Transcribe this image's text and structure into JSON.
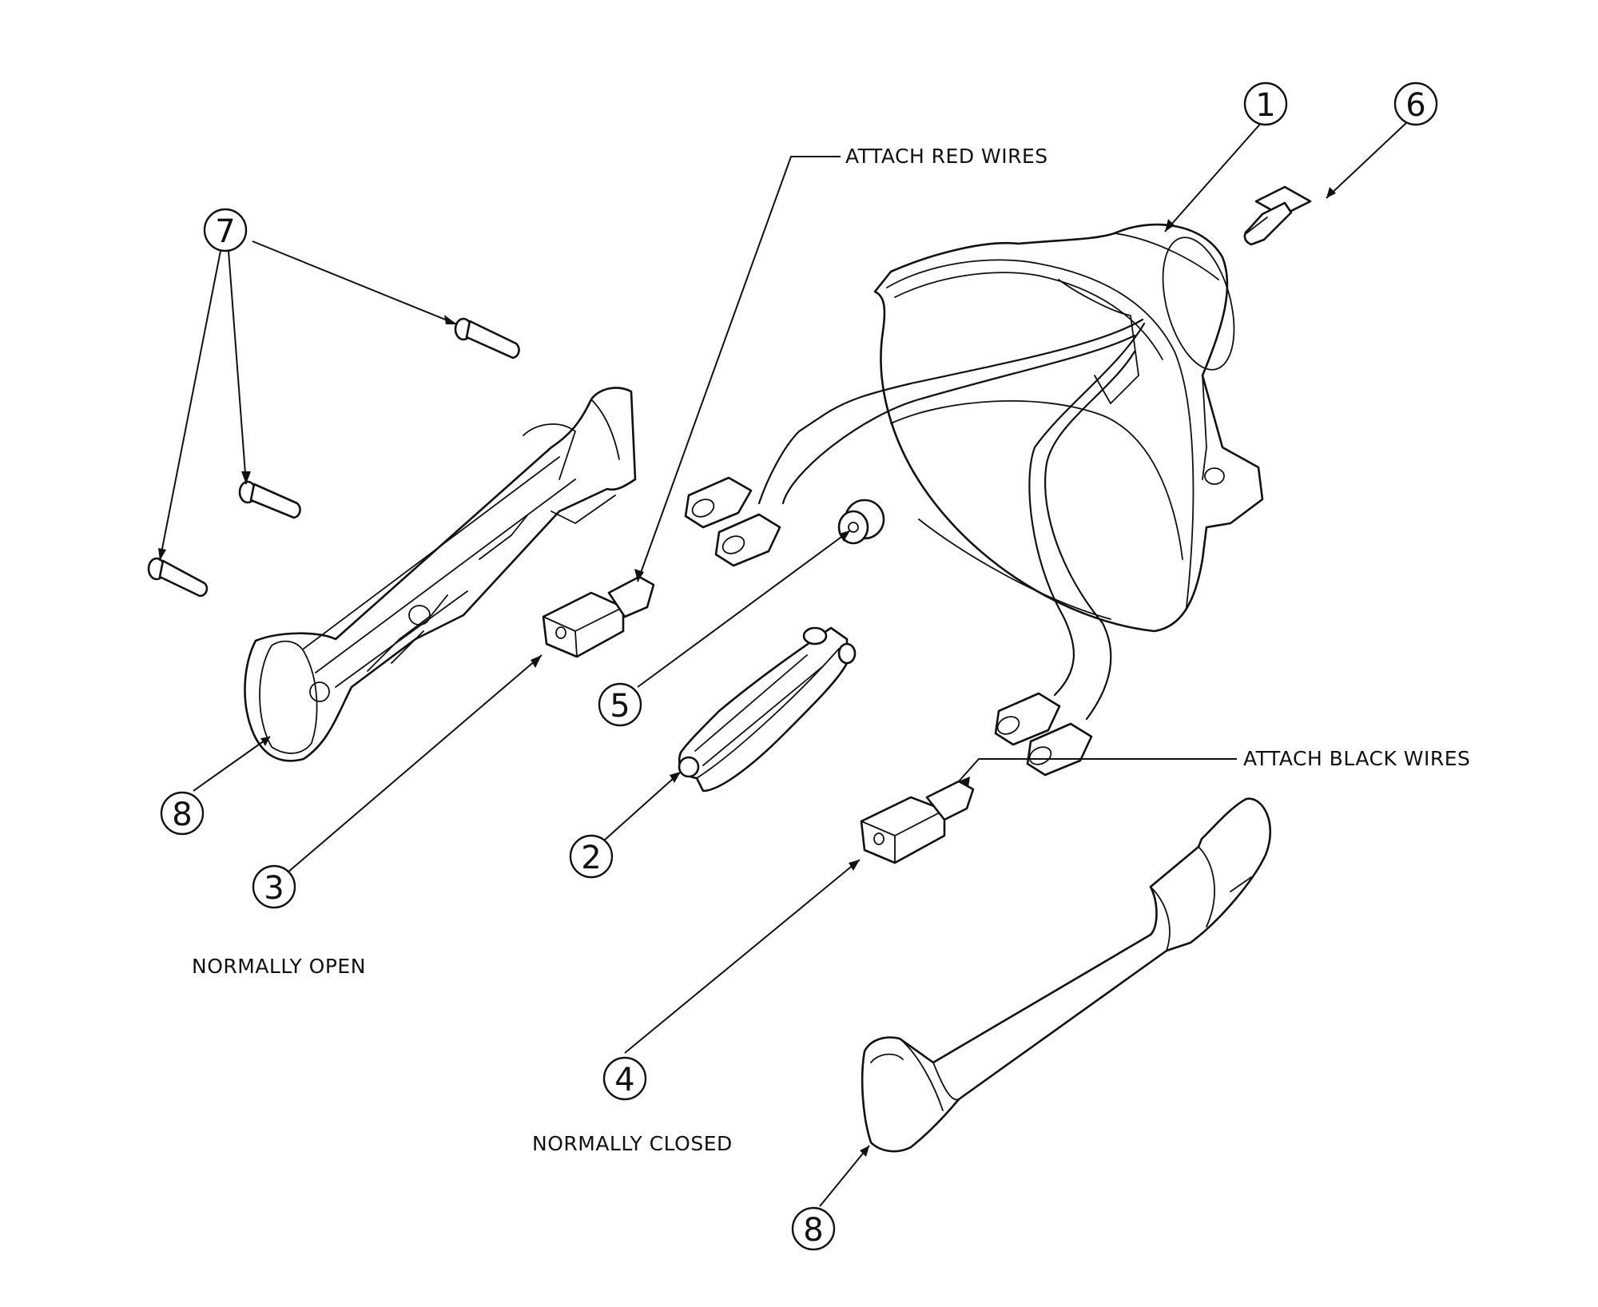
{
  "colors": {
    "ink": "#111111",
    "paper": "#ffffff"
  },
  "callouts": [
    {
      "id": "c1",
      "number": "1"
    },
    {
      "id": "c6",
      "number": "6"
    },
    {
      "id": "c7",
      "number": "7"
    },
    {
      "id": "c8a",
      "number": "8"
    },
    {
      "id": "c3",
      "number": "3"
    },
    {
      "id": "c5",
      "number": "5"
    },
    {
      "id": "c2",
      "number": "2"
    },
    {
      "id": "c4",
      "number": "4"
    },
    {
      "id": "c8b",
      "number": "8"
    }
  ],
  "notes": {
    "attach_red": "ATTACH RED WIRES",
    "attach_black": "ATTACH BLACK WIRES",
    "normally_open": "NORMALLY OPEN",
    "normally_closed": "NORMALLY CLOSED"
  },
  "parts": [
    {
      "number": "1",
      "shape": "reel-housing"
    },
    {
      "number": "2",
      "shape": "trigger-lever"
    },
    {
      "number": "3",
      "shape": "micro-switch"
    },
    {
      "number": "4",
      "shape": "micro-switch"
    },
    {
      "number": "5",
      "shape": "spacer"
    },
    {
      "number": "6",
      "shape": "screw"
    },
    {
      "number": "7",
      "shape": "screw"
    },
    {
      "number": "8",
      "shape": "handle-half"
    }
  ]
}
